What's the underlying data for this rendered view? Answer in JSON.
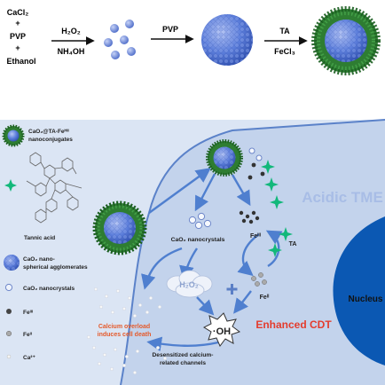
{
  "synthesis": {
    "reagents": [
      "CaCl₂",
      "+",
      "PVP",
      "+",
      "Ethanol"
    ],
    "step1_top": "H₂O₂",
    "step1_bottom": "NH₄OH",
    "step2_top": "PVP",
    "step3_top": "TA",
    "step3_bottom": "FeCl₃"
  },
  "legend": {
    "nanoconjugates_line1": "CaO₂@TA-Feᴴᴵᴵ",
    "nanoconjugates_line2": "nanoconjugates",
    "tannic_acid": "Tannic acid",
    "agglomerates_line1": "CaO₂ nano-",
    "agglomerates_line2": "spherical agglomerates",
    "nanocrystals": "CaO₂ nanocrystals",
    "fe3": "Feᴵᴵᴵ",
    "fe2": "Feᴵᴵ",
    "ca2": "Ca²⁺"
  },
  "diagram": {
    "acidic_tme": "Acidic TME",
    "nucleus": "Nucleus",
    "cao2_nanocrystals": "CaO₂ nanocrystals",
    "fe3_label": "Feᴵᴵᴵ",
    "ta_label": "TA",
    "fe2_label": "Feᴵᴵ",
    "h2o2": "H₂O₂",
    "oh": "·OH",
    "enhanced_cdt": "Enhanced CDT",
    "calcium_line1": "Calcium overload",
    "calcium_line2": "induces cell death",
    "desensitized_line1": "Desensitized calcium-",
    "desensitized_line2": "related channels"
  },
  "colors": {
    "cell_bg": "#c3d3ec",
    "nucleus": "#0b58b3",
    "sphere_blue": "#5878d8",
    "tannic_green": "#2e7d32",
    "arrow_blue": "#4f7fcf",
    "accent_red": "#e43c2d"
  }
}
